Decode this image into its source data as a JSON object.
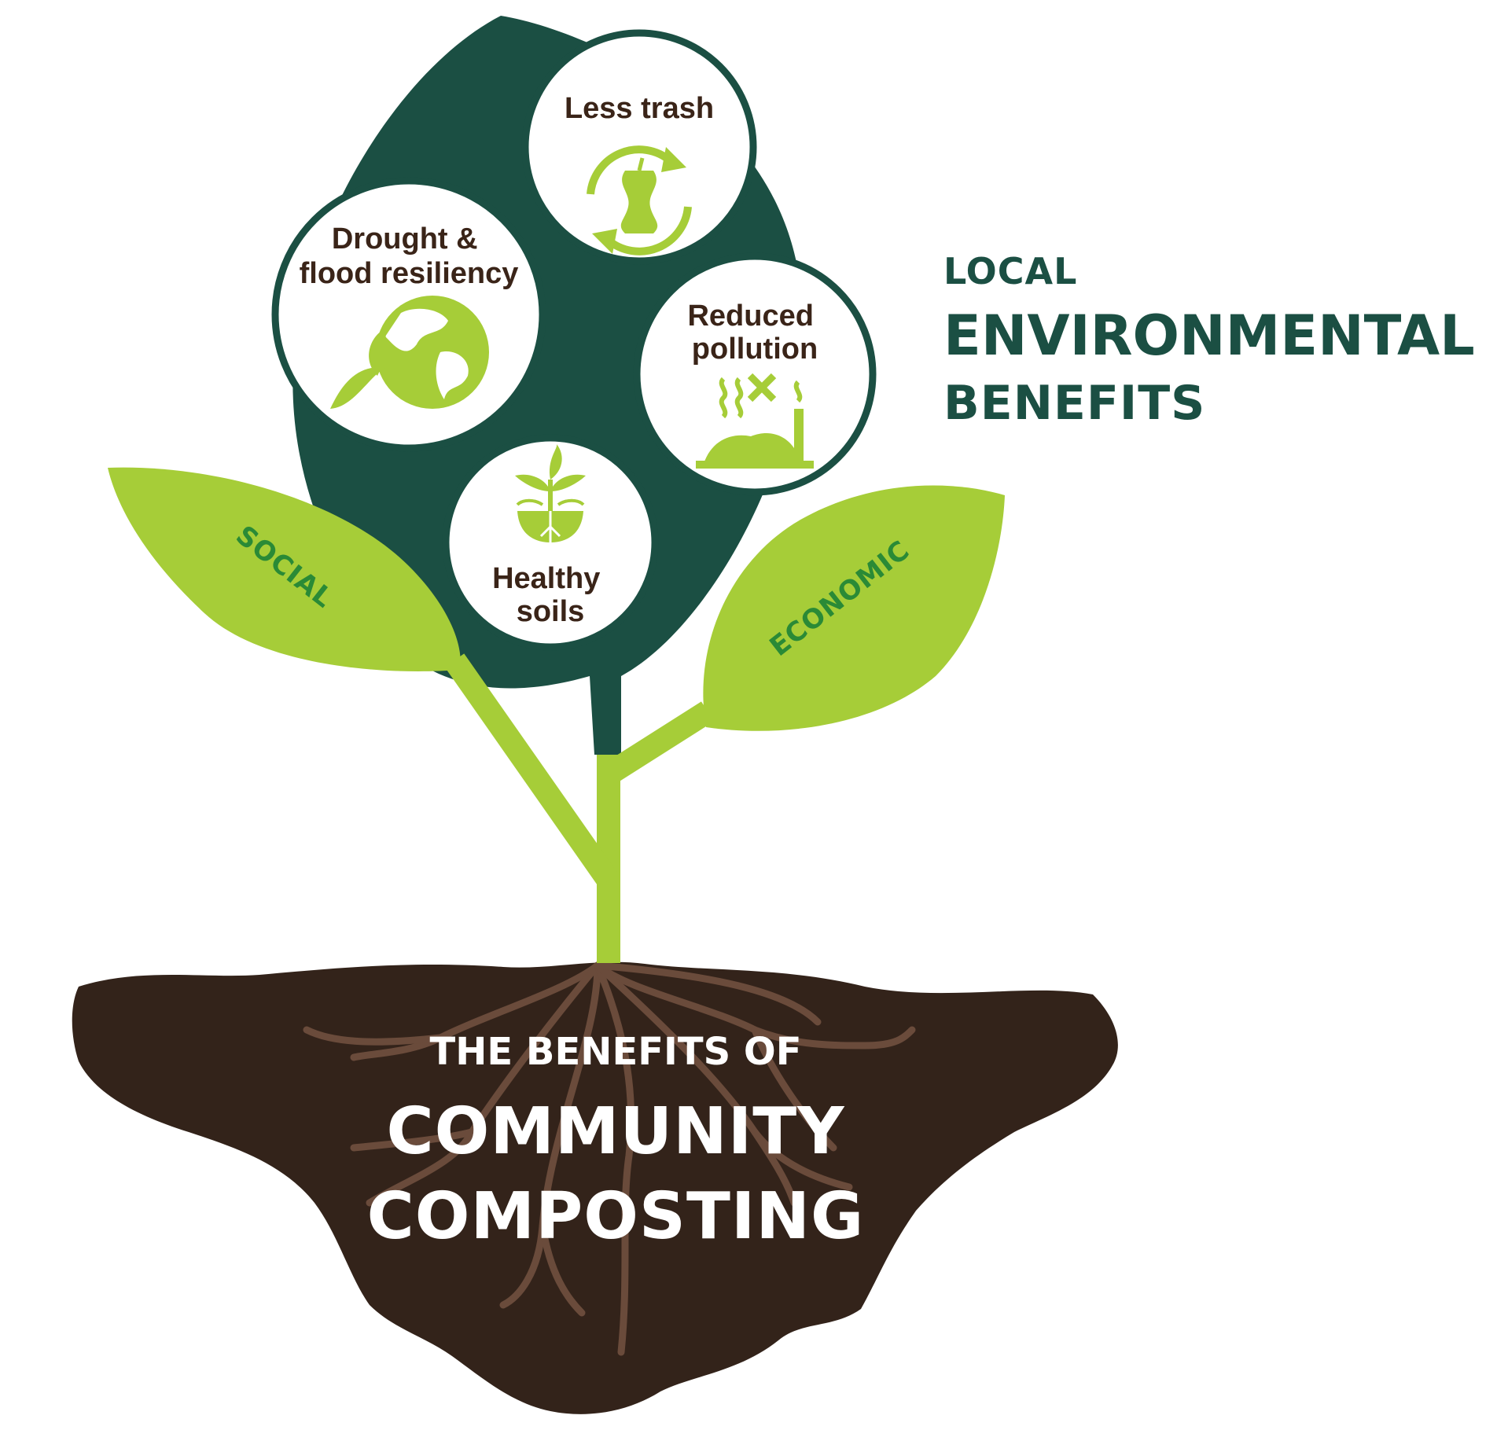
{
  "colors": {
    "dark_green": "#1b4f43",
    "light_green": "#a6cd38",
    "leaf_text_green": "#2a8a36",
    "soil": "#33231a",
    "root": "#6a4b3b",
    "label_brown": "#3a2418",
    "white": "#ffffff"
  },
  "side_heading": {
    "line1": "LOCAL",
    "line2": "ENVIRONMENTAL",
    "line3": "BENEFITS"
  },
  "soil_heading": {
    "line1": "THE BENEFITS OF",
    "line2": "COMMUNITY",
    "line3": "COMPOSTING"
  },
  "leaves": {
    "left": "SOCIAL",
    "right": "ECONOMIC"
  },
  "benefits": [
    {
      "id": "less-trash",
      "lines": [
        "Less trash"
      ],
      "icon": "recycle-apple-core-icon"
    },
    {
      "id": "drought",
      "lines": [
        "Drought &",
        "flood resiliency"
      ],
      "icon": "earth-leaf-icon"
    },
    {
      "id": "pollution",
      "lines": [
        "Reduced",
        "pollution"
      ],
      "icon": "factory-no-emissions-icon"
    },
    {
      "id": "soils",
      "lines": [
        "Healthy",
        "soils"
      ],
      "icon": "sprout-soil-icon"
    }
  ]
}
